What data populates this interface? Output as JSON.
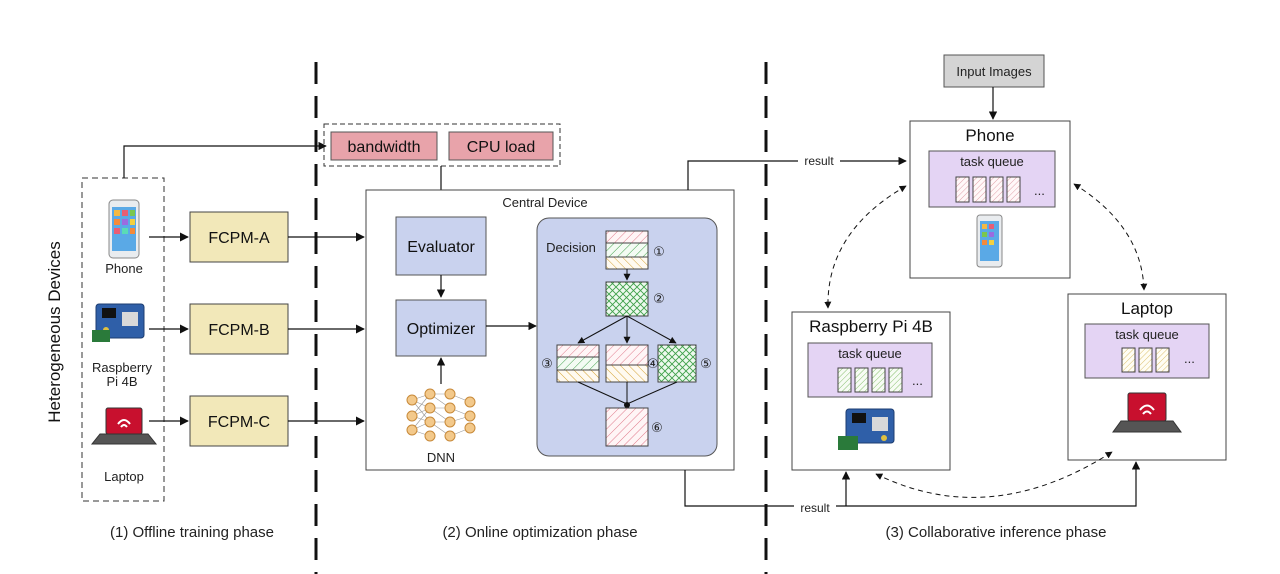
{
  "vertical_label": "Heterogeneous Devices",
  "devices": {
    "phone": "Phone",
    "raspberry_line1": "Raspberry",
    "raspberry_line2": "Pi 4B",
    "laptop": "Laptop"
  },
  "fcpm": [
    "FCPM-A",
    "FCPM-B",
    "FCPM-C"
  ],
  "metrics": {
    "bandwidth": "bandwidth",
    "cpu_load": "CPU load"
  },
  "central": {
    "title": "Central Device",
    "evaluator": "Evaluator",
    "optimizer": "Optimizer",
    "dnn": "DNN",
    "decision": "Decision",
    "markers": [
      "①",
      "②",
      "③",
      "④",
      "⑤",
      "⑥"
    ]
  },
  "result_label": "result",
  "inference": {
    "input_images": "Input Images",
    "phone_title": "Phone",
    "raspberry_title": "Raspberry Pi 4B",
    "laptop_title": "Laptop",
    "task_queue": "task queue",
    "ellipsis": "..."
  },
  "phases": {
    "offline": "(1) Offline training phase",
    "online": "(2) Online optimization phase",
    "collaborative": "(3) Collaborative inference phase"
  },
  "colors": {
    "fcpm_fill": "#f2e8b9",
    "blue_fill": "#c9d2ee",
    "metric_fill": "#e8a3aa",
    "queue_fill": "#e4d4f4",
    "input_fill": "#d4d4d4",
    "green_hatch": "#3fa04a",
    "pink_hatch": "#e07b8c",
    "yellow_hatch": "#d4a234"
  }
}
